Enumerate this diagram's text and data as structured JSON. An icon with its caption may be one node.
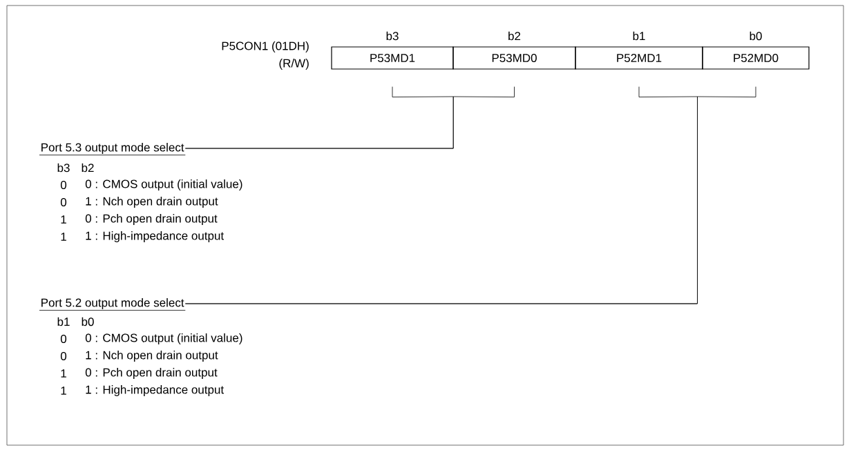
{
  "diagram": {
    "nodes": [
      {
        "text": [
          "P53MD1"
        ],
        "beside": [
          "b3"
        ]
      },
      {
        "text": [
          "P53MD0"
        ],
        "beside": [
          "b2"
        ]
      },
      {
        "text": [
          "P52MD1"
        ],
        "beside": [
          "b1"
        ]
      },
      {
        "text": [
          "P52MD0"
        ],
        "beside": [
          "b0"
        ]
      },
      {
        "text": [
          "Port 5.3 output mode select"
        ]
      },
      {
        "text": [
          "Port 5.2 output mode select"
        ]
      }
    ],
    "edges": [
      {
        "from": 0,
        "to": 4,
        "arrow": "none"
      },
      {
        "from": 1,
        "to": 4,
        "arrow": "none"
      },
      {
        "from": 2,
        "to": 5,
        "arrow": "none"
      },
      {
        "from": 3,
        "to": 5,
        "arrow": "none"
      }
    ],
    "labels": [
      "P5CON1 (01DH)",
      "(R/W)",
      "b3",
      "b2",
      "0",
      "0 : CMOS output (initial value)",
      "0",
      "1 : Nch open drain output",
      "1",
      "0 : Pch open drain output",
      "1",
      "1 : High-impedance output",
      "b1",
      "b0",
      "0",
      "0 : CMOS output (initial value)",
      "0",
      "1 : Nch open drain output",
      "1",
      "0 : Pch open drain output",
      "1",
      "1 : High-impedance output"
    ]
  }
}
